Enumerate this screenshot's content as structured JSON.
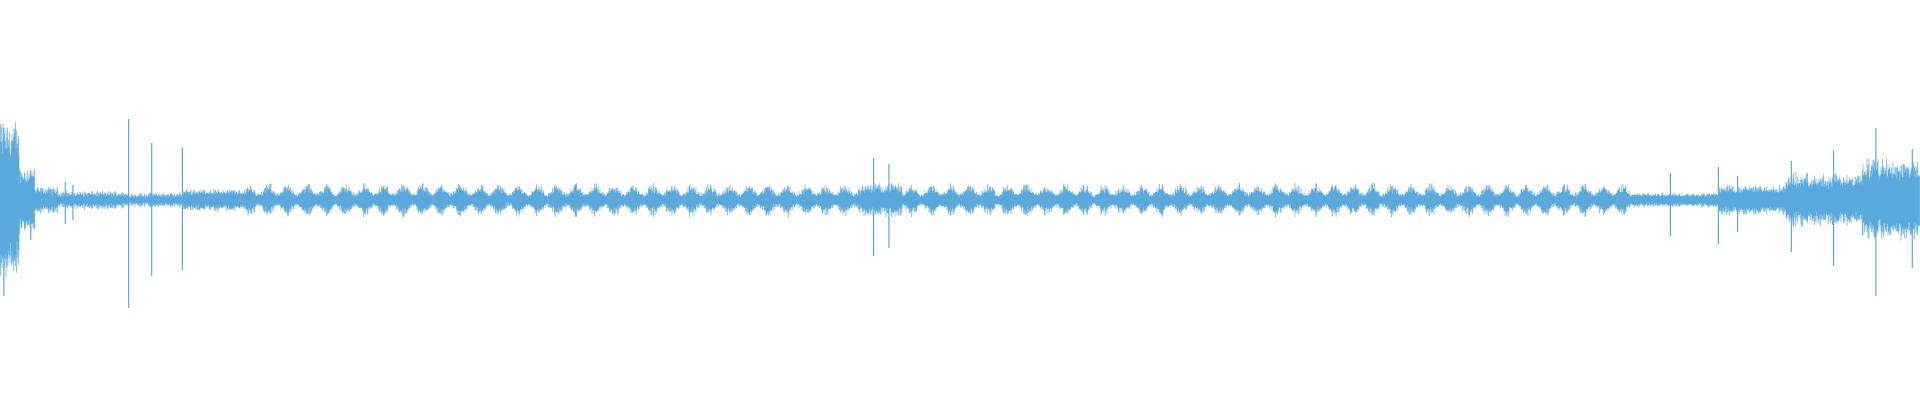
{
  "waveform": {
    "color": "#5aa9dd",
    "background": "#ffffff",
    "baseline_fraction": 0.5,
    "segments": [
      {
        "from": 0.0,
        "to": 0.01,
        "level": 0.42,
        "jitter": 0.35
      },
      {
        "from": 0.01,
        "to": 0.018,
        "level": 0.18,
        "jitter": 0.4
      },
      {
        "from": 0.018,
        "to": 0.03,
        "level": 0.07,
        "jitter": 0.5
      },
      {
        "from": 0.03,
        "to": 0.065,
        "level": 0.05,
        "jitter": 0.6
      },
      {
        "from": 0.065,
        "to": 0.095,
        "level": 0.04,
        "jitter": 0.6
      },
      {
        "from": 0.095,
        "to": 0.125,
        "level": 0.06,
        "jitter": 0.45
      },
      {
        "from": 0.125,
        "to": 0.45,
        "level": 0.07,
        "jitter": 0.5,
        "pulse": 0.01
      },
      {
        "from": 0.45,
        "to": 0.47,
        "level": 0.09,
        "jitter": 0.5
      },
      {
        "from": 0.47,
        "to": 0.85,
        "level": 0.07,
        "jitter": 0.5,
        "pulse": 0.01
      },
      {
        "from": 0.85,
        "to": 0.895,
        "level": 0.04,
        "jitter": 0.5
      },
      {
        "from": 0.895,
        "to": 0.93,
        "level": 0.08,
        "jitter": 0.45
      },
      {
        "from": 0.93,
        "to": 0.97,
        "level": 0.14,
        "jitter": 0.45
      },
      {
        "from": 0.97,
        "to": 1.0,
        "level": 0.22,
        "jitter": 0.4
      }
    ],
    "transients": [
      {
        "at": 0.002,
        "level": 0.48
      },
      {
        "at": 0.016,
        "level": 0.2
      },
      {
        "at": 0.034,
        "level": 0.12
      },
      {
        "at": 0.038,
        "level": 0.1
      },
      {
        "at": 0.067,
        "level": 0.54
      },
      {
        "at": 0.079,
        "level": 0.38
      },
      {
        "at": 0.095,
        "level": 0.35
      },
      {
        "at": 0.455,
        "level": 0.28
      },
      {
        "at": 0.463,
        "level": 0.24
      },
      {
        "at": 0.87,
        "level": 0.18
      },
      {
        "at": 0.895,
        "level": 0.22
      },
      {
        "at": 0.905,
        "level": 0.16
      },
      {
        "at": 0.933,
        "level": 0.26
      },
      {
        "at": 0.955,
        "level": 0.33
      },
      {
        "at": 0.977,
        "level": 0.48
      },
      {
        "at": 0.996,
        "level": 0.34
      }
    ]
  }
}
